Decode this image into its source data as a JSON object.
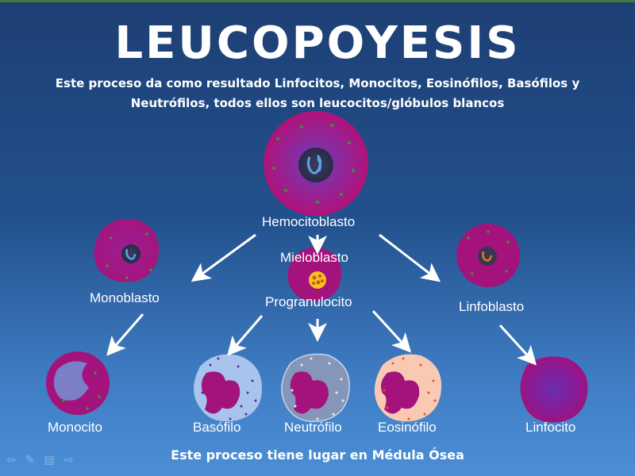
{
  "slide": {
    "title": "LEUCOPOYESIS",
    "subtitle": "Este proceso da como resultado Linfocitos, Monocitos, Eosinófilos, Basófilos y Neutrófilos, todos ellos son leucocitos/glóbulos blancos",
    "footer": "Este proceso tiene lugar en Médula Ósea"
  },
  "labels": {
    "hemocitoblasto": "Hemocitoblasto",
    "mieloblasto": "Mieloblasto",
    "promielocito": "Progranulocito",
    "monoblasto": "Monoblasto",
    "linfoblasto": "Linfoblasto",
    "monocito": "Monocito",
    "basofilo": "Basófilo",
    "neutrofilo": "Neutrófilo",
    "eosinofilo": "Eosinófilo",
    "linfocito": "Linfocito"
  },
  "nav": {
    "back": "⇦",
    "pen": "✎",
    "menu": "▤",
    "forward": "⇨"
  }
}
